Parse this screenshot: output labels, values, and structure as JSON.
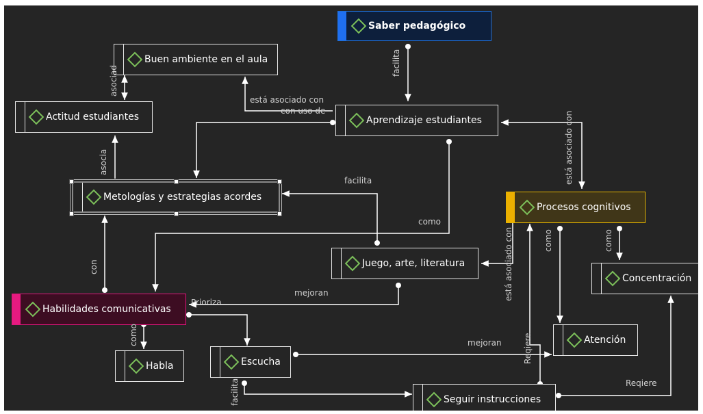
{
  "nodes": {
    "saber": "Saber pedagógico",
    "buen_ambiente": "Buen ambiente en el aula",
    "actitud": "Actitud estudiantes",
    "aprendizaje": "Aprendizaje estudiantes",
    "metologias": "Metologías y estrategias acordes",
    "procesos": "Procesos cognitivos",
    "juego": "Juego, arte, literatura",
    "habilidades": "Habilidades comunicativas",
    "concentracion": "Concentración",
    "atencion": "Atención",
    "habla": "Habla",
    "escucha": "Escucha",
    "seguir": "Seguir instrucciones"
  },
  "labels": {
    "facilita_saber": "facilita",
    "asociado_ambiente": "está asociado con",
    "con_uso_de": "con uso de",
    "asocia_vertical": "asocia",
    "asocia_buen": "asociad",
    "facilita_juego": "facilita",
    "como_aprend": "como",
    "asociado_procesos": "está asociado con",
    "asociado_juego": "está asociado con",
    "como_atencion": "como",
    "como_concentracion": "como",
    "con": "con",
    "mejoran_hab": "mejoran",
    "prioriza": "Prioriza",
    "como_habla": "como",
    "mejoran_atencion": "mejoran",
    "requiere_seguir": "Reqiere",
    "facilita_escucha": "facilita",
    "requiere_conc": "Reqiere"
  },
  "colors": {
    "background": "#252525",
    "line": "#ffffff",
    "node_border": "#e6e6e6",
    "icon": "#7cbf5a",
    "saber_accent": "#1f6ff0",
    "procesos_accent": "#ecb000",
    "habilidades_accent": "#e61a80"
  }
}
